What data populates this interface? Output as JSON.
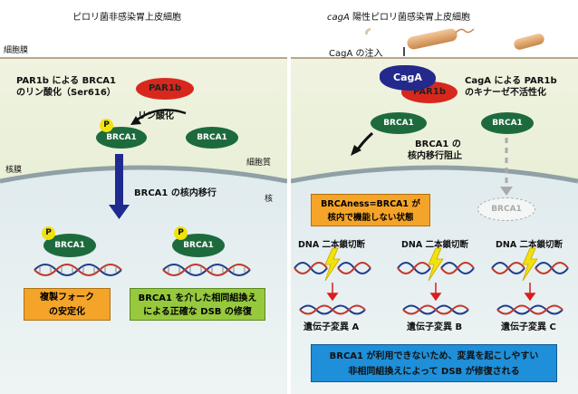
{
  "left": {
    "title": "ピロリ菌非感染胃上皮細胞",
    "membrane_label": "細胞膜",
    "phosphorylation_label_1": "PAR1b による BRCA1",
    "phosphorylation_label_2": "のリン酸化（Ser616）",
    "par1b": "PAR1b",
    "phospho_arrow_label": "リン酸化",
    "p_mark": "P",
    "brca1": "BRCA1",
    "cytoplasm_label": "細胞質",
    "nuclear_membrane_label": "核膜",
    "nuclear_translocation_label": "BRCA1 の核内移行",
    "nucleus_label": "核",
    "box_fork": "複製フォーク\nの安定化",
    "box_repair_1": "BRCA1 を介した相同組換え",
    "box_repair_2": "による正確な DSB の修復"
  },
  "right": {
    "title_italic": "cagA",
    "title_rest": " 陽性ピロリ菌感染胃上皮細胞",
    "cagA_injection": "CagA の注入",
    "cagA": "CagA",
    "par1b": "PAR1b",
    "inactivation_1": "CagA による PAR1b",
    "inactivation_2": "のキナーゼ不活性化",
    "brca1": "BRCA1",
    "block_1": "BRCA1 の",
    "block_2": "核内移行阻止",
    "brcaness_1": "BRCAness=BRCA1 が",
    "brcaness_2": "核内で機能しない状態",
    "dsb": "DNA 二本鎖切断",
    "mutations": [
      "遺伝子変異 A",
      "遺伝子変異 B",
      "遺伝子変異 C"
    ],
    "bottom_1": "BRCA1 が利用できないため、変異を起こしやすい",
    "bottom_2": "非相同組換えによって DSB が修復される"
  },
  "colors": {
    "brca1_green": "#1d6b3d",
    "par1b_red": "#d8281e",
    "cagA_blue": "#242a8c",
    "p_yellow": "#f2e20b",
    "orange_box": "#f5a42a",
    "green_box": "#96c93d",
    "blue_box": "#1e8fd8",
    "arrow_navy": "#1f2a90",
    "arrow_red": "#d81e1e"
  }
}
